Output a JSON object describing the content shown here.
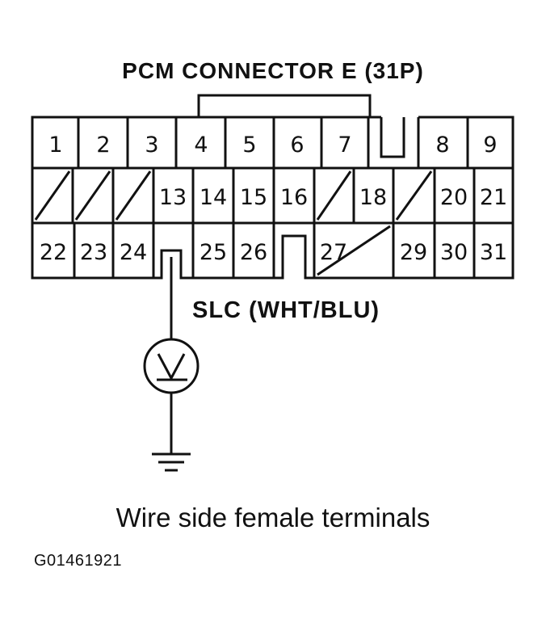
{
  "title": "PCM CONNECTOR E (31P)",
  "wire_label": "SLC (WHT/BLU)",
  "caption": "Wire side female terminals",
  "figure_id": "G01461921",
  "meter_symbol": "V",
  "pins": {
    "row1": [
      "1",
      "2",
      "3",
      "4",
      "5",
      "6",
      "7",
      "8",
      "9"
    ],
    "row2": [
      "13",
      "14",
      "15",
      "16",
      "18",
      "20",
      "21"
    ],
    "row3": [
      "22",
      "23",
      "24",
      "25",
      "26",
      "27",
      "29",
      "30",
      "31"
    ]
  }
}
